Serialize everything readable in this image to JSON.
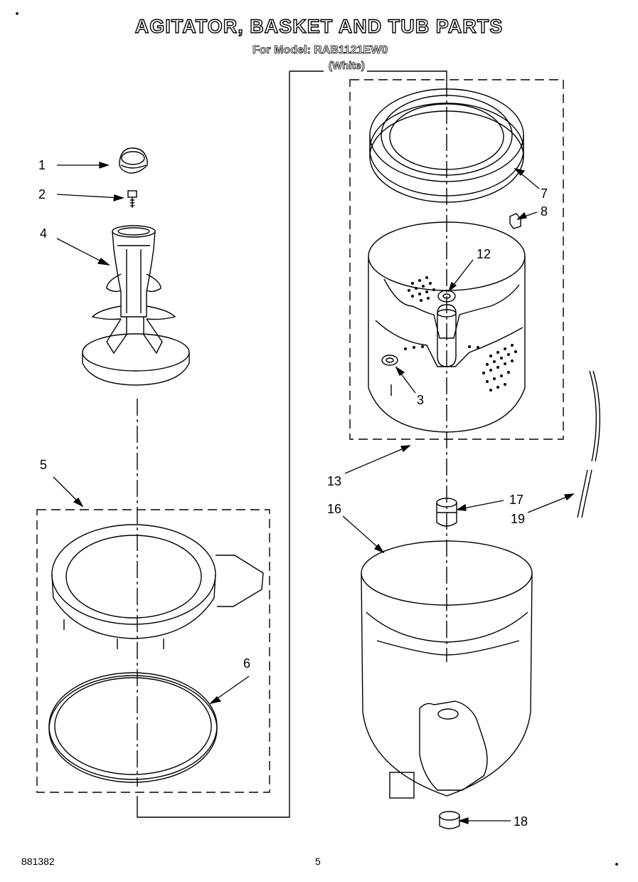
{
  "header": {
    "title": "AGITATOR, BASKET AND TUB PARTS",
    "model_line": "For Model: RAB1121EW0",
    "color_line": "(White)"
  },
  "footer": {
    "doc_number": "881382",
    "page_number": "5"
  },
  "callouts": {
    "c1": "1",
    "c2": "2",
    "c3": "3",
    "c4": "4",
    "c5": "5",
    "c6": "6",
    "c7": "7",
    "c8": "8",
    "c12": "12",
    "c13": "13",
    "c16": "16",
    "c17": "17",
    "c18": "18",
    "c19": "19"
  },
  "parts": [
    {
      "id": "1",
      "icon": "agitator-cap-icon"
    },
    {
      "id": "2",
      "icon": "bolt-icon"
    },
    {
      "id": "3",
      "icon": "basket-drive-block-icon"
    },
    {
      "id": "4",
      "icon": "agitator-icon"
    },
    {
      "id": "5",
      "icon": "tub-ring-assembly-icon"
    },
    {
      "id": "6",
      "icon": "tub-ring-seal-icon"
    },
    {
      "id": "7",
      "icon": "balance-ring-icon"
    },
    {
      "id": "8",
      "icon": "clip-icon"
    },
    {
      "id": "12",
      "icon": "nut-icon"
    },
    {
      "id": "13",
      "icon": "basket-assembly-icon"
    },
    {
      "id": "16",
      "icon": "tub-icon"
    },
    {
      "id": "17",
      "icon": "seal-icon"
    },
    {
      "id": "18",
      "icon": "plug-icon"
    },
    {
      "id": "19",
      "icon": "hose-icon"
    }
  ]
}
